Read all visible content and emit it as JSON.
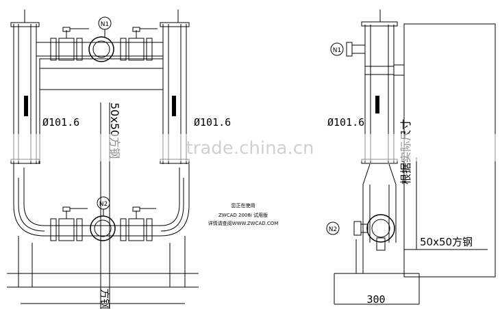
{
  "front_view": {
    "nozzle_top": "N1",
    "nozzle_bottom": "N2",
    "diameter_left": "Ø101.6",
    "diameter_right": "Ø101.6",
    "square_steel_vertical": "50x50方钢",
    "square_steel_bottom": "方钢"
  },
  "side_view": {
    "nozzle_top": "N1",
    "nozzle_bottom": "N2",
    "diameter": "Ø101.6",
    "square_steel_label": "50x50方钢",
    "dimension_width": "300",
    "vertical_note": "根据实际尺寸"
  },
  "cad_notice": {
    "line1": "您正在使用",
    "line2": "ZWCAD 2008i 试用版",
    "line3": "详情请查阅WWW.ZWCAD.COM"
  },
  "watermark": "trade.china.cn"
}
